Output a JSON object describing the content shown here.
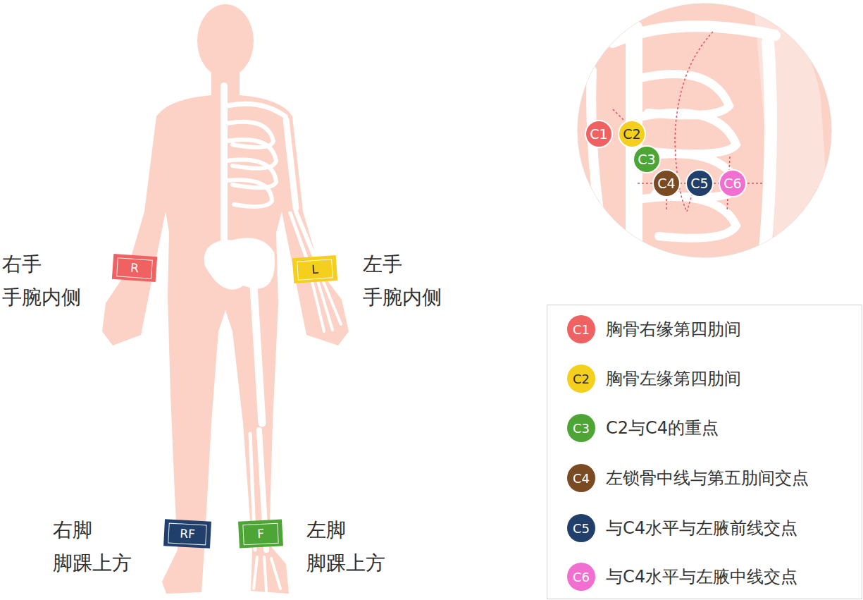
{
  "diagram": {
    "nodes": [
      {
        "text": [
          "R"
        ]
      },
      {
        "text": [
          "L"
        ]
      },
      {
        "text": [
          "RF"
        ]
      },
      {
        "text": [
          "F"
        ]
      },
      {
        "text": [
          "C1"
        ]
      },
      {
        "text": [
          "C2"
        ]
      },
      {
        "text": [
          "C3"
        ]
      },
      {
        "text": [
          "C4"
        ]
      },
      {
        "text": [
          "C5"
        ]
      },
      {
        "text": [
          "C6"
        ]
      }
    ],
    "labels": [
      "右手",
      "手腕内侧",
      "左手",
      "手腕内侧",
      "右脚",
      "脚踝上方",
      "左脚",
      "脚踝上方",
      "C1",
      "C2",
      "C3",
      "C4",
      "C5",
      "C6"
    ],
    "legend": [
      {
        "text": "胸骨右缘第四肋间",
        "color": "#f06262"
      },
      {
        "text": "胸骨左缘第四肋间",
        "color": "#f5cf1e"
      },
      {
        "text": "C2与C4的重点",
        "color": "#4da536"
      },
      {
        "text": "左锁骨中线与第五肋间交点",
        "color": "#7a4a22"
      },
      {
        "text": "与C4水平与左腋前线交点",
        "color": "#213f6b"
      },
      {
        "text": "与C4水平与左腋中线交点",
        "color": "#f26fd2"
      }
    ]
  }
}
